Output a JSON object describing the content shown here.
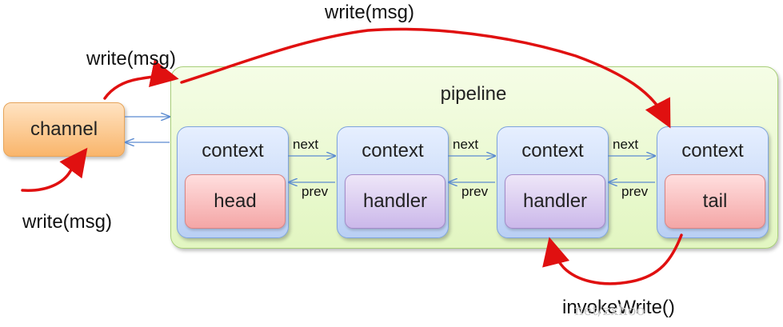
{
  "channel": {
    "label": "channel"
  },
  "pipeline": {
    "title": "pipeline",
    "contexts": [
      {
        "label": "context",
        "inner": "head"
      },
      {
        "label": "context",
        "inner": "handler"
      },
      {
        "label": "context",
        "inner": "handler"
      },
      {
        "label": "context",
        "inner": "tail"
      }
    ],
    "next_label": "next",
    "prev_label": "prev"
  },
  "annotations": {
    "write_top": "write(msg)",
    "write_channel": "write(msg)",
    "write_bottom": "write(msg)",
    "invoke": "invokeWrite()"
  },
  "watermark": "net/zxhoo",
  "colors": {
    "red_arrow": "#e01010",
    "link_arrow": "#5b8bd0"
  }
}
